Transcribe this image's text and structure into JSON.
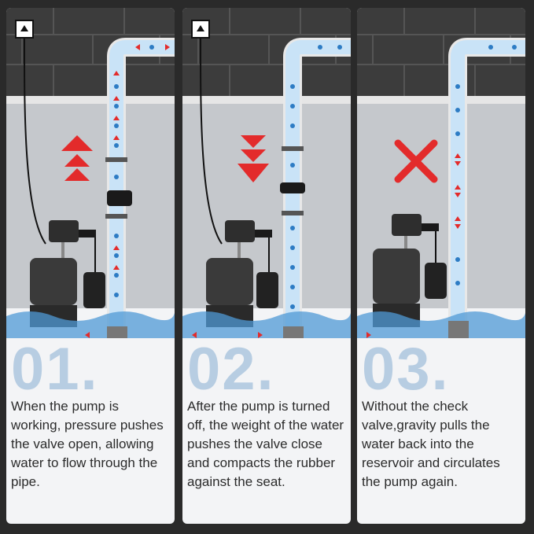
{
  "panels": [
    {
      "number": "01.",
      "text": "When the pump is working, pressure pushes the valve open, allowing water to flow through the pipe.",
      "state_icon": "up-arrow-icon",
      "flow": "up"
    },
    {
      "number": "02.",
      "text": "After the pump is turned off, the weight of the water pushes the valve close and compacts the rubber against the seat.",
      "state_icon": "down-arrow-icon",
      "flow": "none"
    },
    {
      "number": "03.",
      "text": "Without the check valve,gravity pulls the water back into the reservoir and circulates the pump again.",
      "state_icon": "red-x-icon",
      "flow": "both"
    }
  ],
  "colors": {
    "arrow_red": "#e32b2b",
    "water_blue": "#4f9ad6",
    "pipe_blue": "#c9e3f7",
    "dot_blue": "#2d7cc4",
    "number_blue": "#b7cde2"
  }
}
